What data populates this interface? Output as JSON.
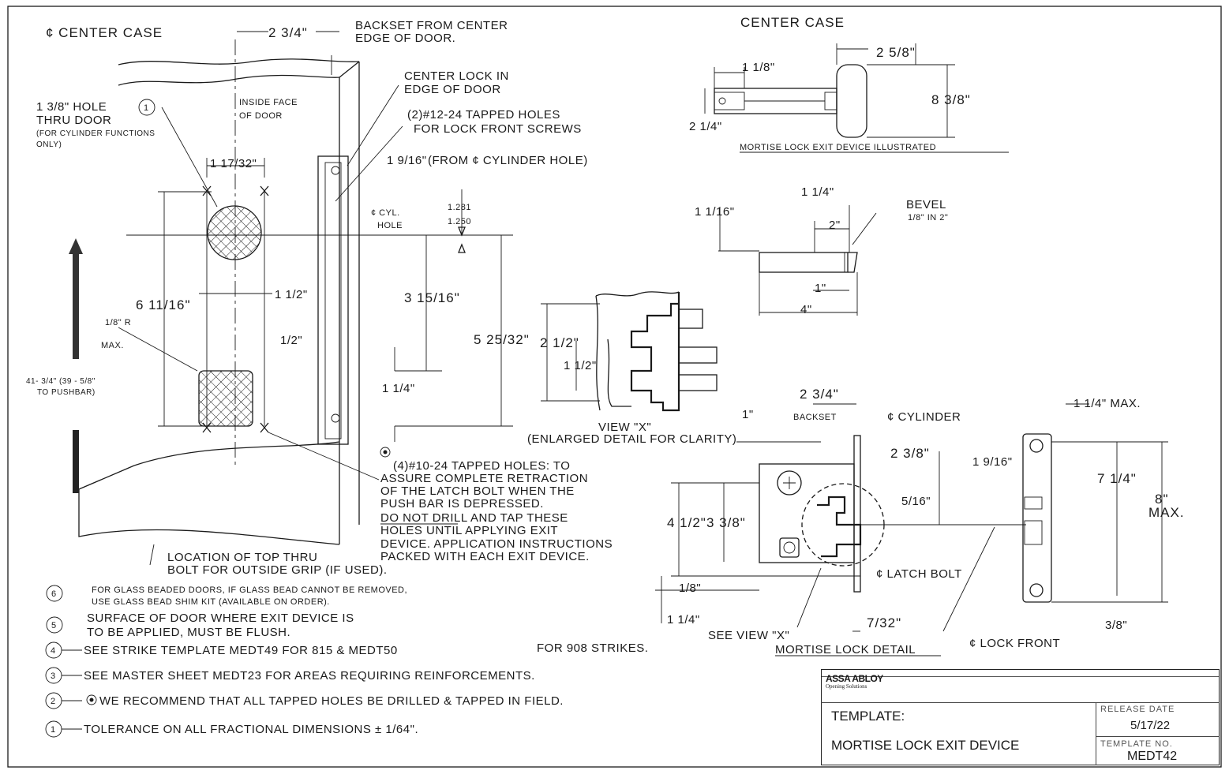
{
  "drawing": {
    "main_view": {
      "center_case": "¢ CENTER CASE",
      "backset_dim": "2 3/4\"",
      "backset_note": "BACKSET FROM CENTER",
      "backset_note2": "EDGE OF DOOR.",
      "inside_face": "INSIDE FACE",
      "inside_face2": "OF DOOR",
      "center_lock": "CENTER LOCK IN",
      "center_lock2": "EDGE OF DOOR",
      "tapped_holes": "(2)#12-24 TAPPED HOLES",
      "tapped_holes2": "FOR LOCK FRONT SCREWS",
      "hole_note": "1 3/8\" HOLE",
      "hole_thru": "THRU DOOR",
      "hole_cyl": "(FOR CYLINDER FUNCTIONS",
      "hole_only": "ONLY)",
      "dim_17_32": "1 17/32\"",
      "dim_1_9_16": "1 9/16\"",
      "from_cyl": "(FROM ¢ CYLINDER HOLE)",
      "cyl_hole": "¢ CYL.",
      "cyl_hole2": "HOLE",
      "dim_1281": "1.281",
      "dim_1250": "1.250",
      "dim_6_11_16": "6 11/16\"",
      "dim_1_half": "1 1/2\"",
      "dim_half": "1/2\"",
      "dim_3_15_16": "3 15/16\"",
      "dim_5_25_32": "5 25/32\"",
      "dim_1_quarter": "1 1/4\"",
      "radius": "1/8\" R",
      "radius_max": "MAX.",
      "height_note": "41- 3/4\" (39 - 5/8\"",
      "height_note2": "TO PUSHBAR)",
      "thru_bolt": "LOCATION OF TOP THRU",
      "thru_bolt2": "BOLT FOR OUTSIDE GRIP (IF USED)."
    },
    "tapped_note": {
      "l1": "(4)#10-24 TAPPED HOLES: TO",
      "l2": "ASSURE COMPLETE RETRACTION",
      "l3": "OF THE LATCH BOLT WHEN THE",
      "l4": "PUSH BAR IS DEPRESSED.",
      "l5": "DO NOT DRILL AND TAP THESE",
      "l6": "HOLES UNTIL APPLYING EXIT",
      "l7": "DEVICE. APPLICATION INSTRUCTIONS",
      "l8": "PACKED WITH EACH EXIT DEVICE."
    },
    "center_case_view": {
      "title": "CENTER CASE",
      "dim_2_5_8": "2 5/8\"",
      "dim_1_1_8": "1 1/8\"",
      "dim_8_3_8": "8 3/8\"",
      "dim_2_1_4": "2 1/4\"",
      "caption": "MORTISE LOCK EXIT DEVICE ILLUSTRATED"
    },
    "latch_view": {
      "dim_1_1_16": "1 1/16\"",
      "dim_1_1_4": "1 1/4\"",
      "bevel": "BEVEL",
      "bevel2": "1/8\" IN 2\"",
      "dim_2": "2\"",
      "dim_1": "1\"",
      "dim_4": "4\""
    },
    "view_x": {
      "dim_2_1_2": "2 1/2\"",
      "dim_1_1_2": "1 1/2\"",
      "label": "VIEW \"X\"",
      "caption": "(ENLARGED DETAIL FOR CLARITY)"
    },
    "mortise_detail": {
      "dim_2_3_4": "2 3/4\"",
      "backset": "BACKSET",
      "dim_1": "1\"",
      "cylinder": "¢ CYLINDER",
      "dim_1_1_4_max": "1 1/4\" MAX.",
      "dim_2_3_8": "2 3/8\"",
      "dim_1_9_16": "1 9/16\"",
      "dim_7_1_4": "7 1/4\"",
      "dim_8_max": "8\"",
      "dim_8_max2": "MAX.",
      "dim_4_1_2": "4 1/2\"",
      "dim_3_3_8": "3 3/8\"",
      "dim_5_16": "5/16\"",
      "latch_bolt": "¢ LATCH BOLT",
      "dim_1_8": "1/8\"",
      "dim_1_1_4": "1 1/4\"",
      "dim_7_32": "7/32\"",
      "dim_3_8": "3/8\"",
      "see_view": "SEE VIEW \"X\"",
      "caption": "MORTISE LOCK DETAIL",
      "lock_front": "¢ LOCK FRONT"
    },
    "notes": [
      {
        "num": "6",
        "text": "FOR GLASS BEADED DOORS, IF GLASS BEAD CANNOT BE REMOVED,",
        "text2": "USE GLASS BEAD SHIM KIT (AVAILABLE ON ORDER)."
      },
      {
        "num": "5",
        "text": "SURFACE OF DOOR WHERE EXIT DEVICE IS",
        "text2": "TO BE APPLIED, MUST BE FLUSH."
      },
      {
        "num": "4",
        "text": "SEE STRIKE TEMPLATE MEDT49 FOR 815 & MEDT50",
        "text2": "FOR 908 STRIKES."
      },
      {
        "num": "3",
        "text": "SEE MASTER SHEET MEDT23 FOR AREAS REQUIRING REINFORCEMENTS.",
        "text2": ""
      },
      {
        "num": "2",
        "text": "WE RECOMMEND THAT ALL TAPPED HOLES BE DRILLED & TAPPED IN FIELD.",
        "text2": ""
      },
      {
        "num": "1",
        "text": "TOLERANCE ON ALL FRACTIONAL DIMENSIONS ± 1/64\".",
        "text2": ""
      }
    ]
  },
  "title_block": {
    "logo": "ASSA ABLOY",
    "logo_sub": "Opening Solutions",
    "template_label": "TEMPLATE:",
    "template_name": "MORTISE LOCK EXIT DEVICE",
    "release_label": "RELEASE DATE",
    "release_date": "5/17/22",
    "template_no_label": "TEMPLATE NO.",
    "template_no": "MEDT42"
  }
}
